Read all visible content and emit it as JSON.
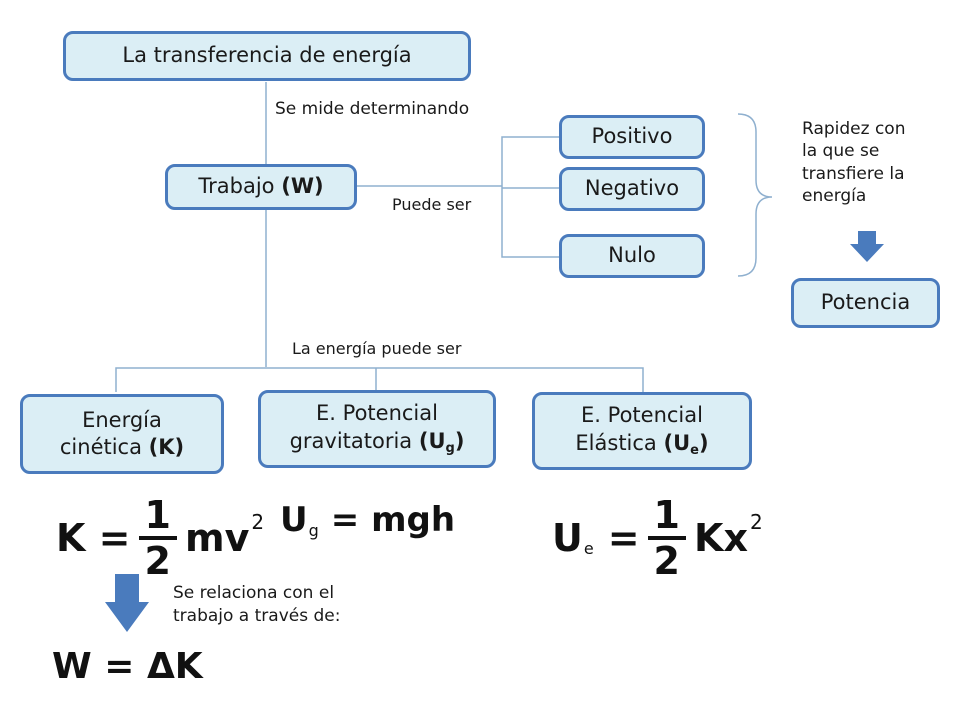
{
  "root": {
    "title": "La transferencia de energía"
  },
  "labels": {
    "se_mide": "Se mide determinando",
    "puede_ser": "Puede ser",
    "energia_puede_ser": "La energía puede ser",
    "rapidez": [
      "Rapidez con",
      "la que se",
      "transfiere la",
      "energía"
    ],
    "relaciona": [
      "Se relaciona con el",
      "trabajo a través de:"
    ]
  },
  "trabajo": {
    "label": "Trabajo ",
    "symbol": "(W)"
  },
  "signs": {
    "positivo": "Positivo",
    "negativo": "Negativo",
    "nulo": "Nulo"
  },
  "potencia": {
    "label": "Potencia"
  },
  "energies": {
    "cinetica": {
      "line1": "Energía",
      "line2": "cinética ",
      "symbol": "(K)"
    },
    "gravitatoria": {
      "line1": "E. Potencial",
      "line2": "gravitatoria ",
      "symbol_open": "(U",
      "symbol_sub": "g",
      "symbol_close": ")"
    },
    "elastica": {
      "line1": "E. Potencial",
      "line2": "Elástica ",
      "symbol_open": "(U",
      "symbol_sub": "e",
      "symbol_close": ")"
    }
  },
  "formulas": {
    "kinetic": {
      "lhs": "K =",
      "num": "1",
      "den": "2",
      "body": "mv",
      "exp": "2"
    },
    "gravity": {
      "lhs": "U",
      "sub": "g",
      "rhs": "= mgh"
    },
    "elastic": {
      "lhs": "U",
      "sub": "e",
      "eq": "=",
      "num": "1",
      "den": "2",
      "body": "Kx",
      "exp": "2"
    },
    "work": {
      "text": "W = ΔK"
    }
  },
  "colors": {
    "box_fill": "#dbeef5",
    "box_border": "#4a7bbd",
    "line": "#8fb0cf",
    "arrow": "#4a7bbd"
  }
}
